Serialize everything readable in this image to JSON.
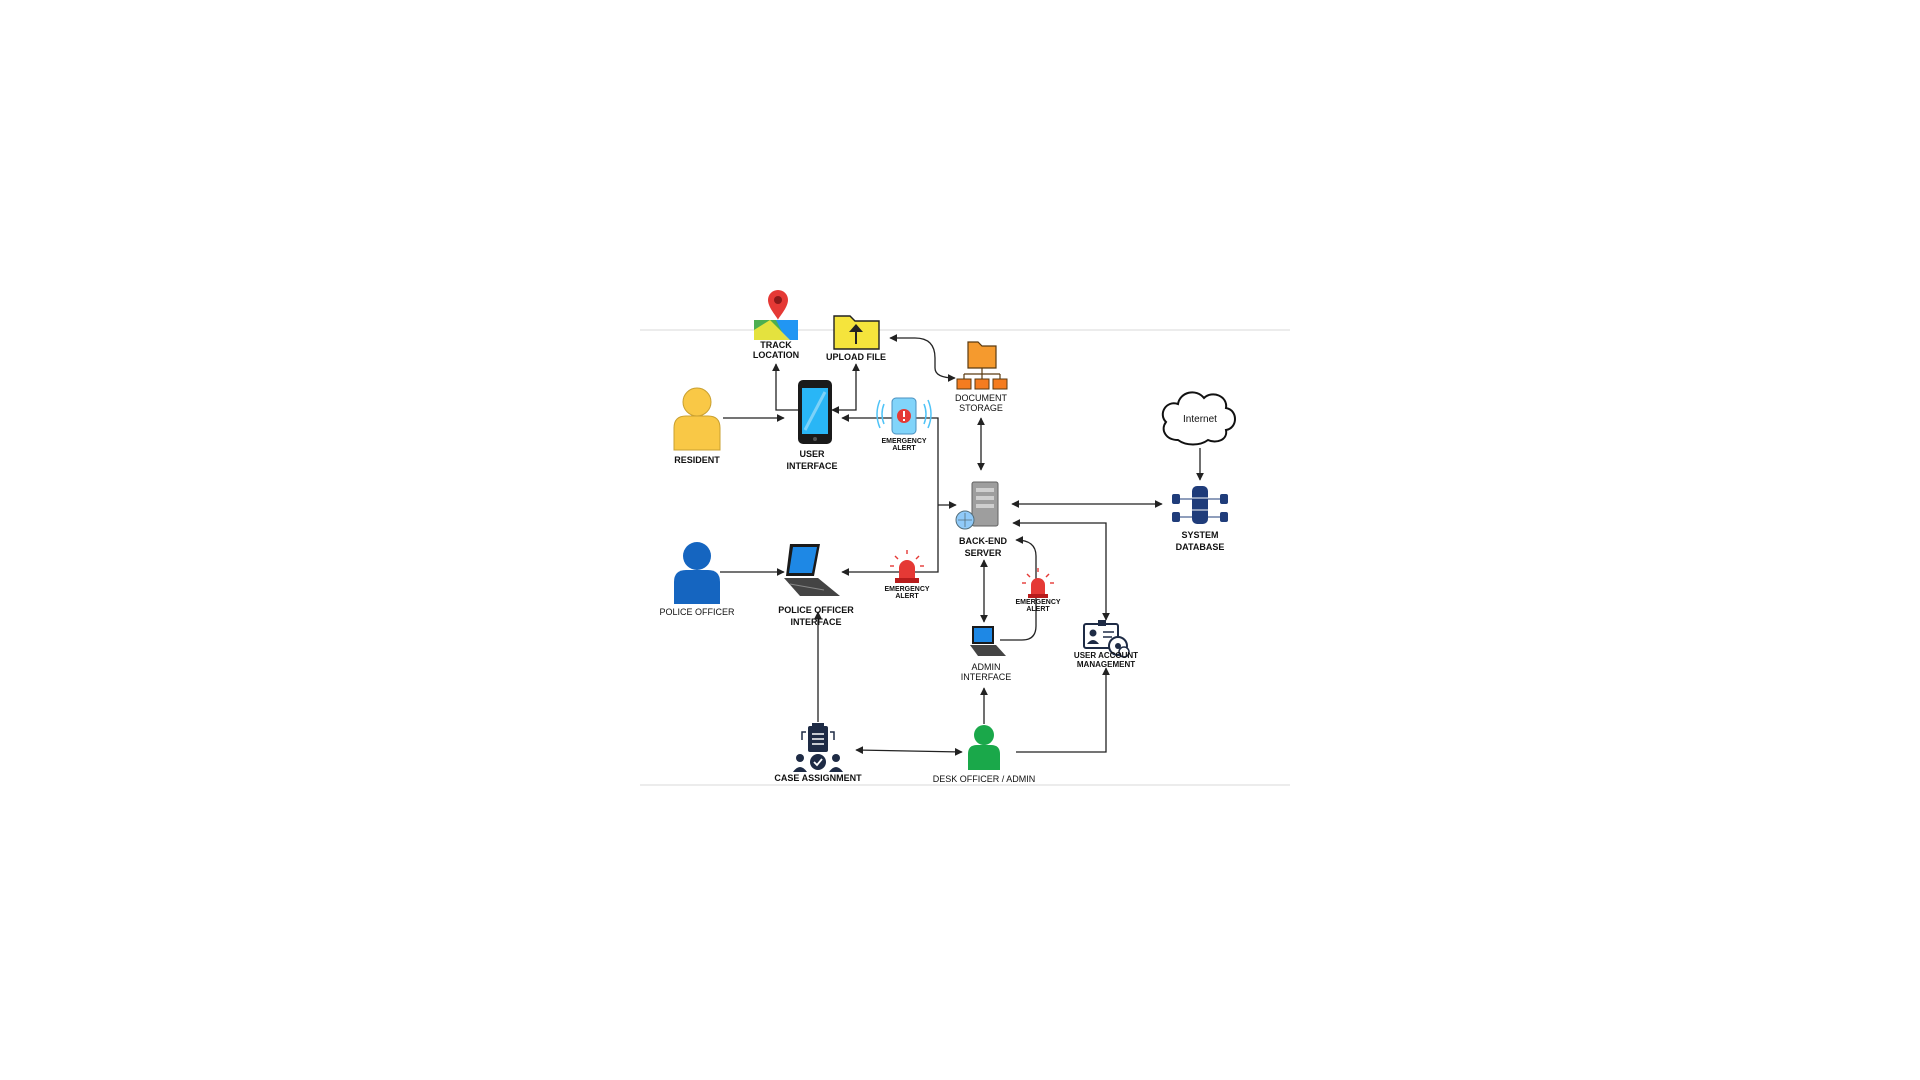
{
  "labels": {
    "track_location": [
      "TRACK",
      "LOCATION"
    ],
    "upload_file": "UPLOAD FILE",
    "document_storage": [
      "DOCUMENT",
      "STORAGE"
    ],
    "internet": "Internet",
    "resident": "RESIDENT",
    "user_interface": [
      "USER",
      "INTERFACE"
    ],
    "emergency_alert": [
      "EMERGENCY",
      "ALERT"
    ],
    "backend_server": [
      "BACK-END",
      "SERVER"
    ],
    "system_database": [
      "SYSTEM",
      "DATABASE"
    ],
    "police_officer": "POLICE OFFICER",
    "police_officer_interface": [
      "POLICE OFFICER",
      "INTERFACE"
    ],
    "admin_interface": [
      "ADMIN",
      "INTERFACE"
    ],
    "user_account_management": [
      "USER ACCOUNT",
      "MANAGEMENT"
    ],
    "case_assignment": "CASE ASSIGNMENT",
    "desk_officer_admin": "DESK OFFICER / ADMIN"
  },
  "colors": {
    "resident": "#f9c846",
    "police_officer": "#1565c0",
    "desk_officer": "#1aa84a",
    "folder_upload": "#f5e43c",
    "document_storage": "#f59a2e",
    "alert_red": "#e53935",
    "database_blue": "#1f3c7a",
    "case_navy": "#1e2b45"
  },
  "icons": [
    "map-pin-icon",
    "upload-folder-icon",
    "document-storage-icon",
    "cloud-icon",
    "person-icon",
    "smartphone-icon",
    "alert-phone-icon",
    "siren-icon",
    "server-icon",
    "database-icon",
    "laptop-icon",
    "account-management-icon",
    "case-assignment-icon"
  ]
}
